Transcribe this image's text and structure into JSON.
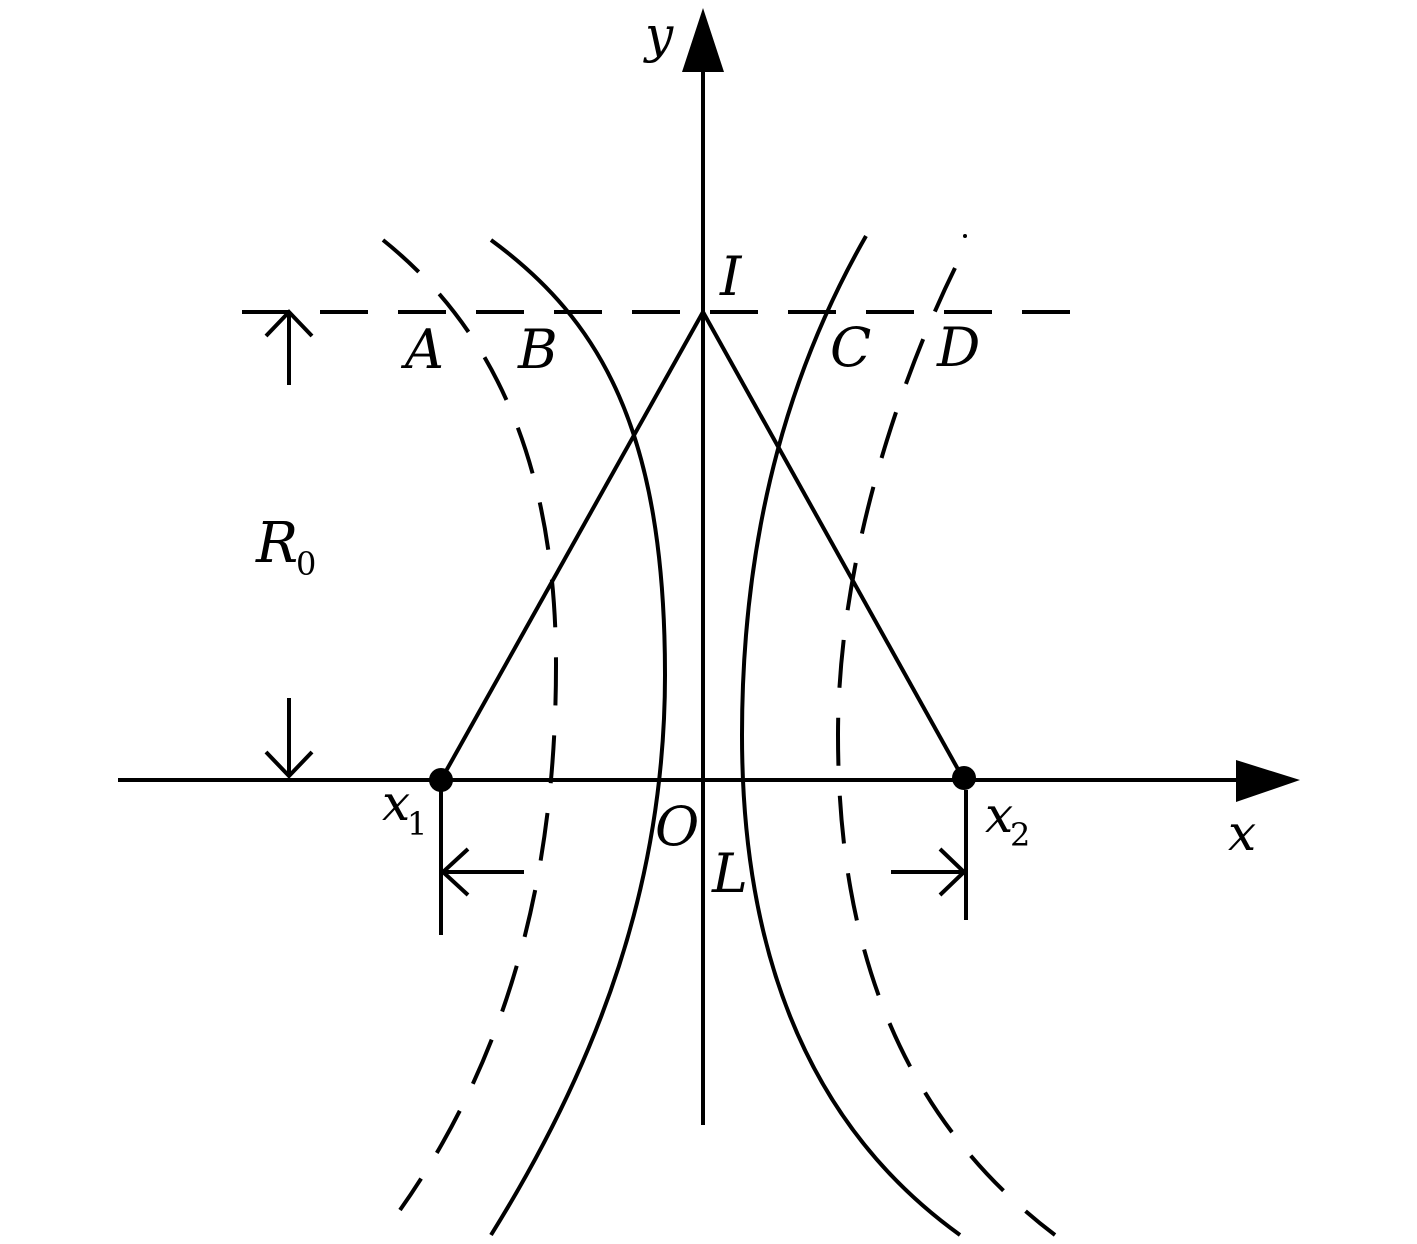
{
  "diagram": {
    "axes": {
      "x_label": "x",
      "y_label": "y"
    },
    "points": {
      "origin": "O",
      "top": "I",
      "left_source": "x",
      "left_source_sub": "1",
      "right_source": "x",
      "right_source_sub": "2"
    },
    "curve_labels": {
      "a": "A",
      "b": "B",
      "c": "C",
      "d": "D"
    },
    "dimensions": {
      "vertical": "R",
      "vertical_sub": "0",
      "horizontal": "L"
    },
    "colors": {
      "stroke": "#000000",
      "background": "#ffffff"
    }
  }
}
